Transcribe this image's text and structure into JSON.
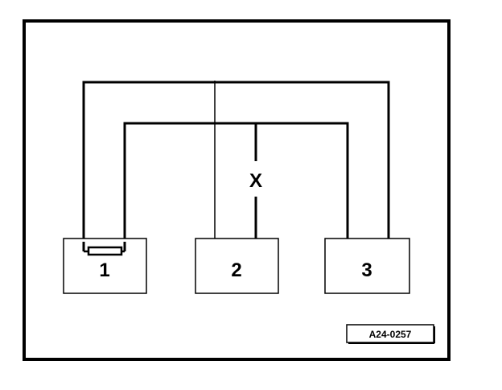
{
  "diagram": {
    "components": [
      {
        "id": "1",
        "label": "1"
      },
      {
        "id": "2",
        "label": "2"
      },
      {
        "id": "3",
        "label": "3"
      }
    ],
    "measurement_label": "X",
    "reference_code": "A24-0257",
    "colors": {
      "background": "#ffffff",
      "ink": "#000000"
    }
  }
}
